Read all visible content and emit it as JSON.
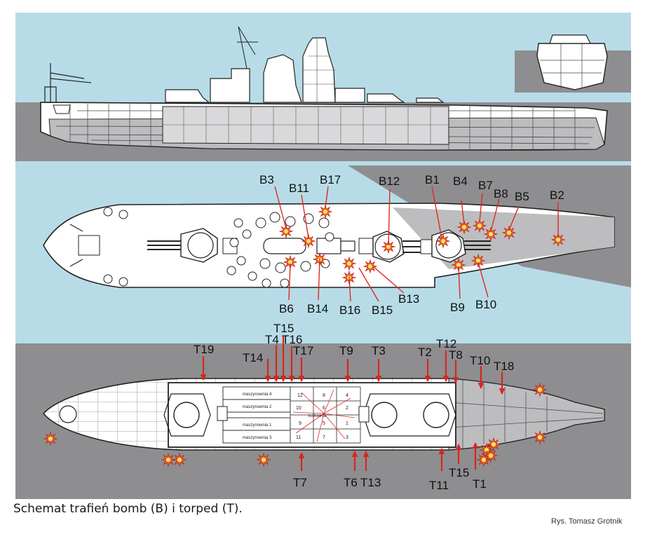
{
  "colors": {
    "sky_blue": "#b7dce8",
    "sea_grey": "#8e8e91",
    "hull_grey": "#bdbdc0",
    "outline": "#222222",
    "bomb_hit": "#f07020",
    "torpedo_arrow": "#d8261f"
  },
  "caption": "Schemat trafień bomb (B) i torped (T).",
  "credit": "Rys. Tomasz Grotnik",
  "bomb_hits": {
    "labels": [
      "B1",
      "B2",
      "B3",
      "B4",
      "B5",
      "B6",
      "B7",
      "B8",
      "B9",
      "B10",
      "B11",
      "B12",
      "B13",
      "B14",
      "B15",
      "B16",
      "B17"
    ]
  },
  "torpedo_hits": {
    "labels": [
      "T1",
      "T2",
      "T3",
      "T4",
      "T6",
      "T7",
      "T8",
      "T9",
      "T10",
      "T11",
      "T12",
      "T13",
      "T14",
      "T15",
      "T15",
      "T16",
      "T17",
      "T18",
      "T19"
    ]
  },
  "engine_rooms": [
    "maszynownia 4",
    "maszynownia 2",
    "maszynownia 1",
    "maszynownia 3"
  ],
  "boiler_rooms": [
    "12",
    "8",
    "4",
    "10",
    "6",
    "2",
    "9",
    "5",
    "1",
    "11",
    "7",
    "3"
  ],
  "boiler_label": "kotłownia"
}
